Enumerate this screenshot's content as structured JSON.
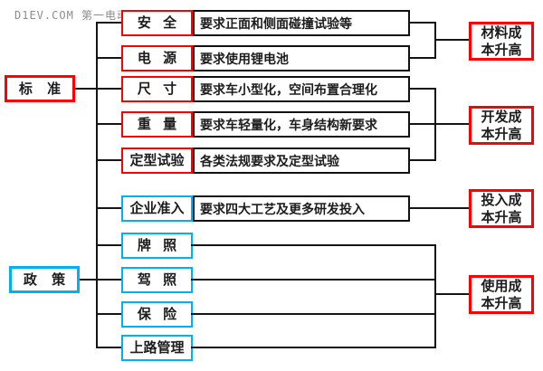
{
  "watermark": "D1EV.COM 第一电动",
  "colors": {
    "standard_accent": "#fd0002",
    "policy_accent": "#00b0f0",
    "line": "#151515",
    "background": "#ffffff"
  },
  "roots": {
    "standard": {
      "label": "标 准"
    },
    "policy": {
      "label": "政 策"
    }
  },
  "categories": [
    {
      "label": "安 全",
      "desc": "要求正面和侧面碰撞试验等",
      "group": "standard"
    },
    {
      "label": "电 源",
      "desc": "要求使用锂电池",
      "group": "standard"
    },
    {
      "label": "尺 寸",
      "desc": "要求车小型化，空间布置合理化",
      "group": "standard"
    },
    {
      "label": "重 量",
      "desc": "要求车轻量化，车身结构新要求",
      "group": "standard"
    },
    {
      "label": "定型试验",
      "desc": "各类法规要求及定型试验",
      "group": "standard"
    },
    {
      "label": "企业准入",
      "desc": "要求四大工艺及更多研发投入",
      "group": "policy"
    },
    {
      "label": "牌 照",
      "desc": "",
      "group": "policy"
    },
    {
      "label": "驾 照",
      "desc": "",
      "group": "policy"
    },
    {
      "label": "保 险",
      "desc": "",
      "group": "policy"
    },
    {
      "label": "上路管理",
      "desc": "",
      "group": "policy"
    }
  ],
  "outcomes": [
    {
      "line1": "材料成",
      "line2": "本升高",
      "sources": [
        "安全",
        "电源"
      ]
    },
    {
      "line1": "开发成",
      "line2": "本升高",
      "sources": [
        "尺寸",
        "重量",
        "定型试验"
      ]
    },
    {
      "line1": "投入成",
      "line2": "本升高",
      "sources": [
        "企业准入"
      ]
    },
    {
      "line1": "使用成",
      "line2": "本升高",
      "sources": [
        "牌照",
        "驾照",
        "保险",
        "上路管理"
      ]
    }
  ]
}
